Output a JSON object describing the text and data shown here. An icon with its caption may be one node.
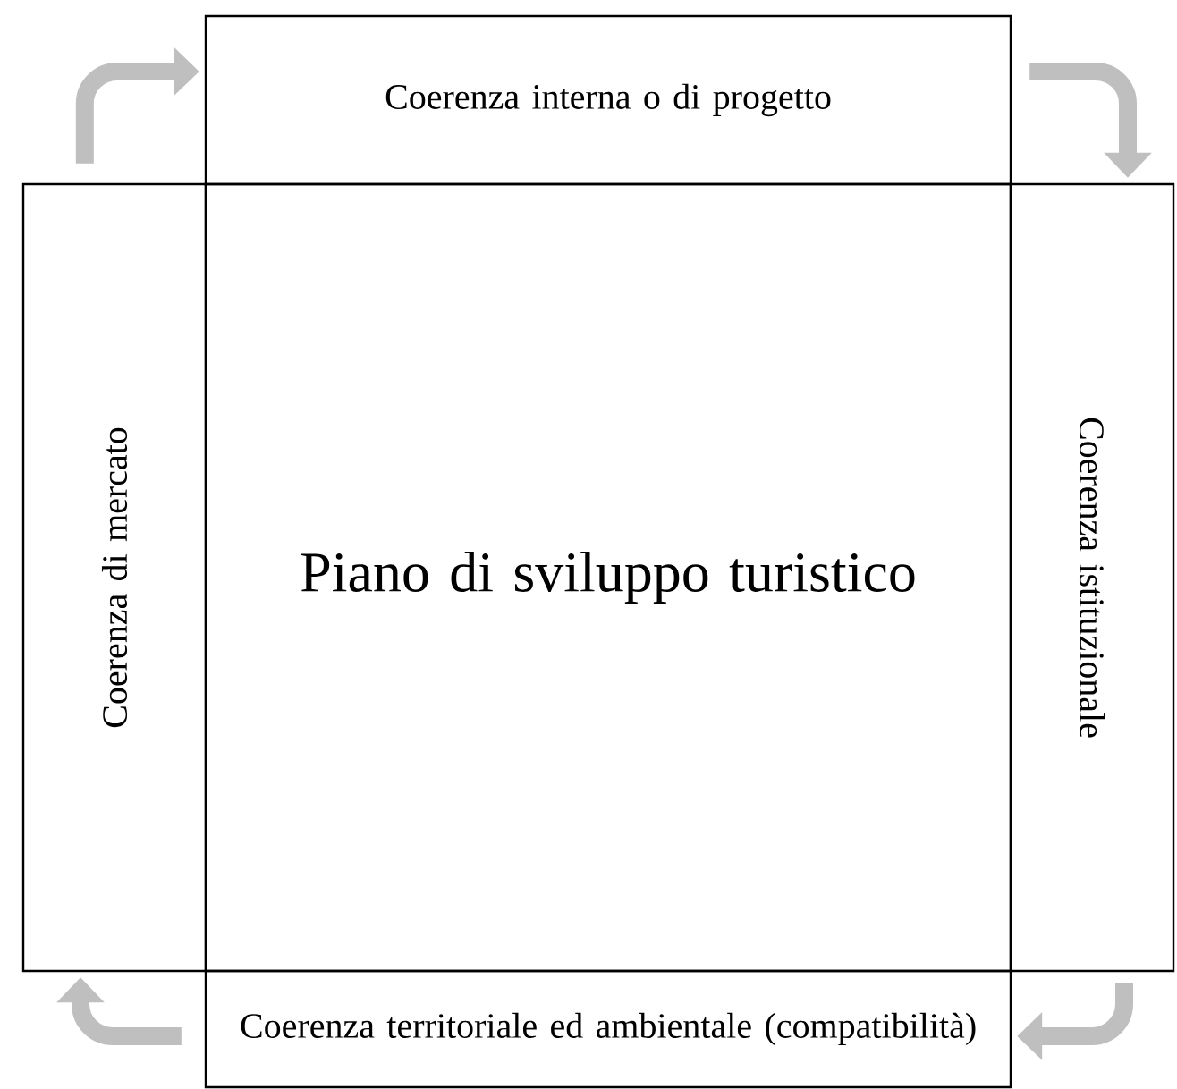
{
  "diagram": {
    "nodes": [
      {
        "text": [
          "Coerenza interna o di progetto"
        ]
      },
      {
        "text": [
          "Coerenza di mercato"
        ]
      },
      {
        "text": [
          "Piano di sviluppo turistico"
        ]
      },
      {
        "text": [
          "Coerenza istituzionale"
        ]
      },
      {
        "text": [
          "Coerenza territoriale ed ambientale (compatibilità)"
        ]
      }
    ],
    "edges": [
      {
        "from": 1,
        "to": 0,
        "arrow": "to"
      },
      {
        "from": 0,
        "to": 3,
        "arrow": "to"
      },
      {
        "from": 3,
        "to": 4,
        "arrow": "to"
      },
      {
        "from": 4,
        "to": 1,
        "arrow": "to"
      }
    ]
  }
}
